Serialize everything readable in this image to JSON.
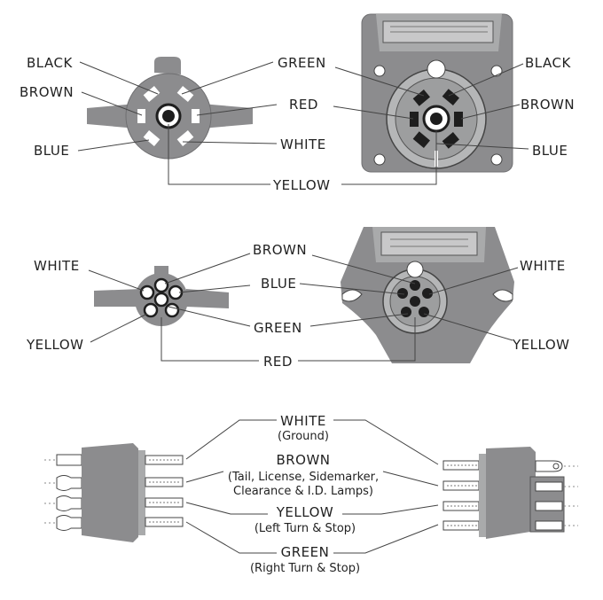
{
  "connector_7way_round": {
    "labels": {
      "black": "BLACK",
      "brown": "BROWN",
      "blue": "BLUE",
      "green": "GREEN",
      "red": "RED",
      "white": "WHITE",
      "yellow": "YELLOW"
    },
    "socket_labels": {
      "black": "BLACK",
      "brown": "BROWN",
      "blue": "BLUE"
    }
  },
  "connector_6way_round": {
    "labels": {
      "white": "WHITE",
      "yellow": "YELLOW",
      "brown": "BROWN",
      "blue": "BLUE",
      "green": "GREEN",
      "red": "RED"
    },
    "socket_labels": {
      "white": "WHITE",
      "yellow": "YELLOW"
    }
  },
  "connector_4way_flat": {
    "white": {
      "name": "WHITE",
      "function": "(Ground)"
    },
    "brown": {
      "name": "BROWN",
      "function_line1": "(Tail, License, Sidemarker,",
      "function_line2": "Clearance & I.D. Lamps)"
    },
    "yellow": {
      "name": "YELLOW",
      "function": "(Left Turn & Stop)"
    },
    "green": {
      "name": "GREEN",
      "function": "(Right Turn & Stop)"
    }
  },
  "colors": {
    "body_dark": "#8c8c8e",
    "body_light": "#a9aaab",
    "pin": "#1e1e1e",
    "line": "#444444"
  }
}
